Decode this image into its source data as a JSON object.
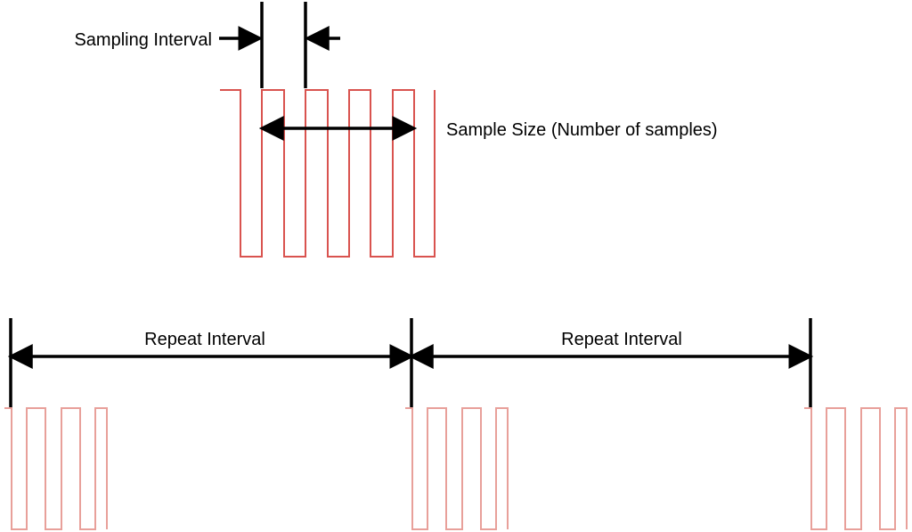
{
  "labels": {
    "sampling_interval": "Sampling Interval",
    "sample_size": "Sample Size (Number of samples)",
    "repeat_interval_1": "Repeat Interval",
    "repeat_interval_2": "Repeat Interval"
  },
  "colors": {
    "wave": "#d9534f",
    "wave_light": "#e8a09a",
    "annotation": "#000000",
    "background": "#ffffff"
  }
}
